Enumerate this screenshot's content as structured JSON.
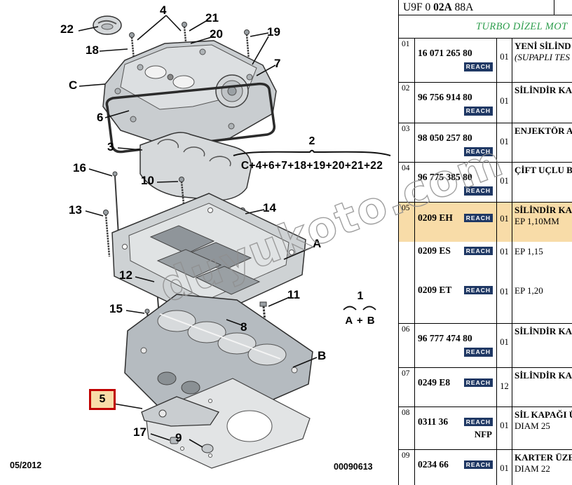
{
  "header": {
    "code_prefix": "U9F 0 ",
    "code_bold": "02A",
    "code_suffix": " 88A",
    "title": "TURBO DİZEL MOT"
  },
  "labels": {
    "reach": "REACH",
    "nfp": "NFP"
  },
  "table": {
    "rows": [
      {
        "num": "01",
        "part": "16 071 265 80",
        "qty": "01",
        "desc1": "YENİ SİLİND",
        "desc2": "(SUPAPLI TES"
      },
      {
        "num": "02",
        "part": "96 756 914 80",
        "qty": "01",
        "desc1": "SİLİNDİR KA"
      },
      {
        "num": "03",
        "part": "98 050 257 80",
        "qty": "01",
        "desc1": "ENJEKTÖR A"
      },
      {
        "num": "04",
        "part": "96 775 385 80",
        "qty": "01",
        "desc1": "ÇİFT UÇLU B"
      },
      {
        "num": "06",
        "part": "96 777 474 80",
        "qty": "01",
        "desc1": "SİLİNDİR KA"
      },
      {
        "num": "07",
        "part": "0249 E8",
        "qty": "12",
        "desc1": "SİLİNDİR KA"
      },
      {
        "num": "08",
        "part": "0311 36",
        "qty": "01",
        "desc1": "SİL KAPAĞI Ü",
        "desc2": "DIAM 25"
      },
      {
        "num": "09",
        "part": "0234 66",
        "qty": "01",
        "desc1": "KARTER ÜZE",
        "desc2": "DIAM 22"
      }
    ],
    "row5": {
      "num": "05",
      "desc_title": "SİLİNDİR KA",
      "variants": [
        {
          "code": "0209 EH",
          "qty": "01",
          "desc": "EP 1,10MM"
        },
        {
          "code": "0209 ES",
          "qty": "01",
          "desc": "EP 1,15"
        },
        {
          "code": "0209 ET",
          "qty": "01",
          "desc": "EP 1,20"
        }
      ]
    }
  },
  "diagram": {
    "callouts": {
      "c3": "3",
      "c4": "4",
      "c5": "5",
      "c6": "6",
      "c7": "7",
      "c8": "8",
      "c9": "9",
      "c10": "10",
      "c11": "11",
      "c12": "12",
      "c13": "13",
      "c14": "14",
      "c15": "15",
      "c16": "16",
      "c17": "17",
      "c18": "18",
      "c19": "19",
      "c20": "20",
      "c21": "21",
      "c22": "22",
      "cA": "A",
      "cB": "B",
      "cC": "C"
    },
    "group2": {
      "num": "2",
      "formula": "C+4+6+7+18+19+20+21+22"
    },
    "group1": {
      "num": "1",
      "formula": "A + B"
    },
    "footer_date": "05/2012",
    "footer_code": "00090613"
  },
  "watermark": {
    "text": "duyukoto.com"
  },
  "colors": {
    "title_green": "#2f9e4e",
    "reach_badge": "#1f3864",
    "highlight": "#f8dca8",
    "callout_box_red": "#c00000"
  }
}
